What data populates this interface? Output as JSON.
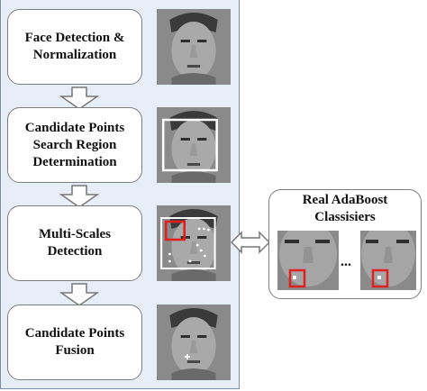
{
  "steps": [
    {
      "label": "Face Detection &\nNormalization"
    },
    {
      "label": "Candidate Points\nSearch Region\nDetermination"
    },
    {
      "label": "Multi-Scales\nDetection"
    },
    {
      "label": "Candidate Points\nFusion"
    }
  ],
  "classifier": {
    "title": "Real AdaBoost\nClassisiers",
    "ellipsis": "..."
  },
  "colors": {
    "panel_bg": "#e7eef7",
    "detection_box": "#e0201e",
    "arrow_fill": "#ffffff",
    "arrow_stroke": "#777777"
  },
  "icons": {
    "flow_arrow": "down-arrow",
    "link_arrow": "left-right-arrow",
    "face_image": "grayscale-face-photo"
  }
}
